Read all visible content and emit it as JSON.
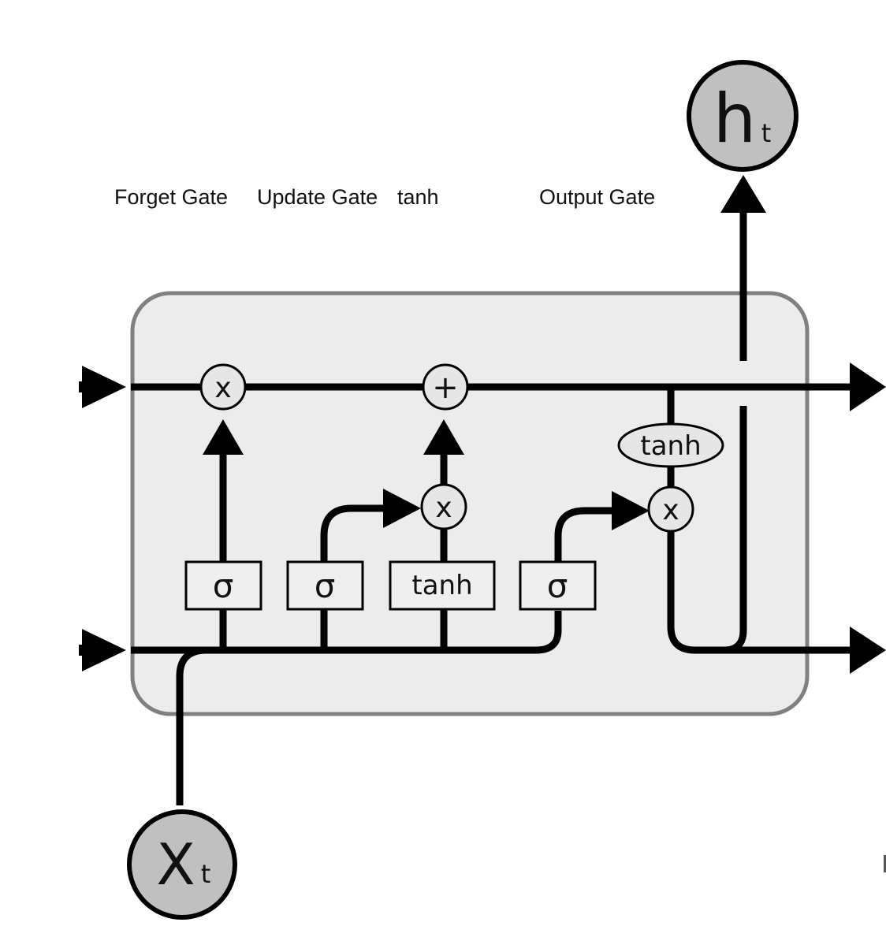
{
  "labels": {
    "forget_gate": "Forget Gate",
    "update_gate": "Update Gate",
    "tanh_label": "tanh",
    "output_gate": "Output Gate"
  },
  "nodes": {
    "h_main": "h",
    "h_sub": "t",
    "x_main": "X",
    "x_sub": "t"
  },
  "operators": {
    "forget_multiply": "x",
    "cell_add": "+",
    "input_multiply": "x",
    "output_multiply": "x"
  },
  "layers": {
    "forget_sigma": "σ",
    "input_sigma": "σ",
    "candidate_tanh": "tanh",
    "output_sigma": "σ",
    "cell_tanh": "tanh"
  },
  "colors": {
    "cell_fill": "#ececec",
    "cell_border": "#808080",
    "node_fill": "#c0c0c0",
    "op_fill": "#e6e6e6",
    "line": "#000000"
  }
}
